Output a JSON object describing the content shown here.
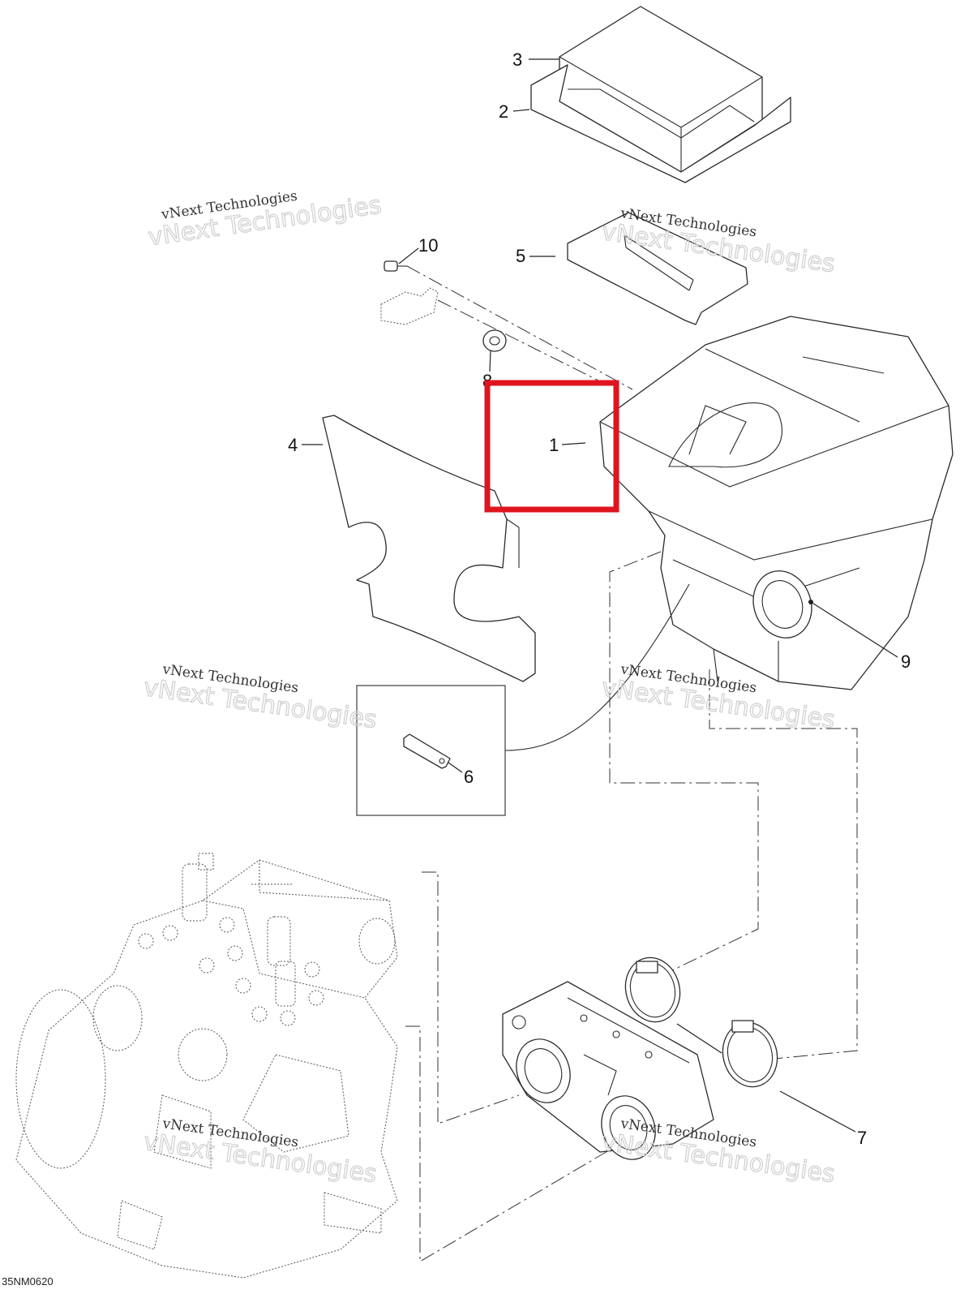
{
  "diagram": {
    "callouts": [
      "1",
      "2",
      "3",
      "4",
      "5",
      "6",
      "7",
      "8",
      "9",
      "10"
    ],
    "watermark": {
      "line1": "vNext Technologies",
      "line2": "vNext Technologies"
    },
    "drawing_code": "35NM0620",
    "highlight_color": "#e0141e"
  }
}
